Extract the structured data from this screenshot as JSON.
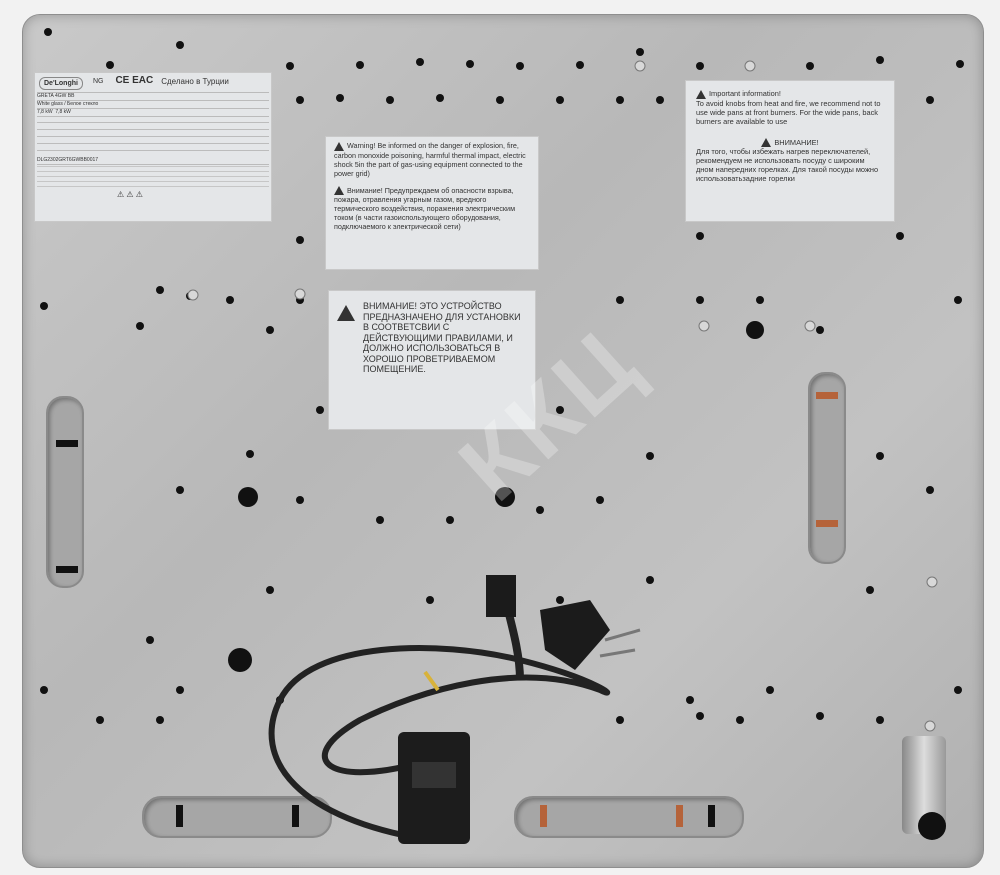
{
  "rating_plate": {
    "brand": "De'Longhi",
    "gas_type": "NG",
    "ce_mark": "CE EAC",
    "made_in": "Сделано в Турции",
    "model": "GRETA 4GW BB",
    "color": "White glass / Белое стекло",
    "power_ng": "7,8 kW",
    "power_lpg": "7,8 kW",
    "serial_code": "DLG2302GRT6GWBB0017",
    "footer": "⚠ ⚠ ⚠"
  },
  "warning_en_ru": {
    "en": "Warning! Be informed on the danger of explosion, fire, carbon monoxide poisoning, harmful thermal impact, electric shock 5in the part of gas-using equipment connected to the power grid)",
    "ru": "Внимание! Предупреждаем об опасности взрыва, пожара, отравления угарным газом, вредного термического воздействия, поражения электрическим током (в части газоиспользующего оборудования, подключаемого к электрической сети)"
  },
  "warning_install": "ВНИМАНИЕ! ЭТО УСТРОЙСТВО ПРЕДНАЗНАЧЕНО ДЛЯ УСТАНОВКИ В СООТВЕТСВИИ С ДЕЙСТВУЮЩИМИ ПРАВИЛАМИ, И ДОЛЖНО ИСПОЛЬЗОВАТЬСЯ В ХОРОШО ПРОВЕТРИВАЕМОМ ПОМЕЩЕНИЕ.",
  "info_label": {
    "en_title": "Important information!",
    "en_text": "To avoid knobs from heat and fire, we recommend not to use wide pans at front burners. For the wide pans, back burners are available to use",
    "ru_title": "ВНИМАНИЕ!",
    "ru_text": "Для того, чтобы избежать нагрев переключателей, рекомендуем не использовать посуду с широким дном напередних горелках. Для такой посуды можно использоватьзадние горелки"
  },
  "watermark": "ККЦ",
  "colors": {
    "panel": "#bebebe",
    "label": "#e4e6e8",
    "slot_accent": "#b5633a"
  }
}
